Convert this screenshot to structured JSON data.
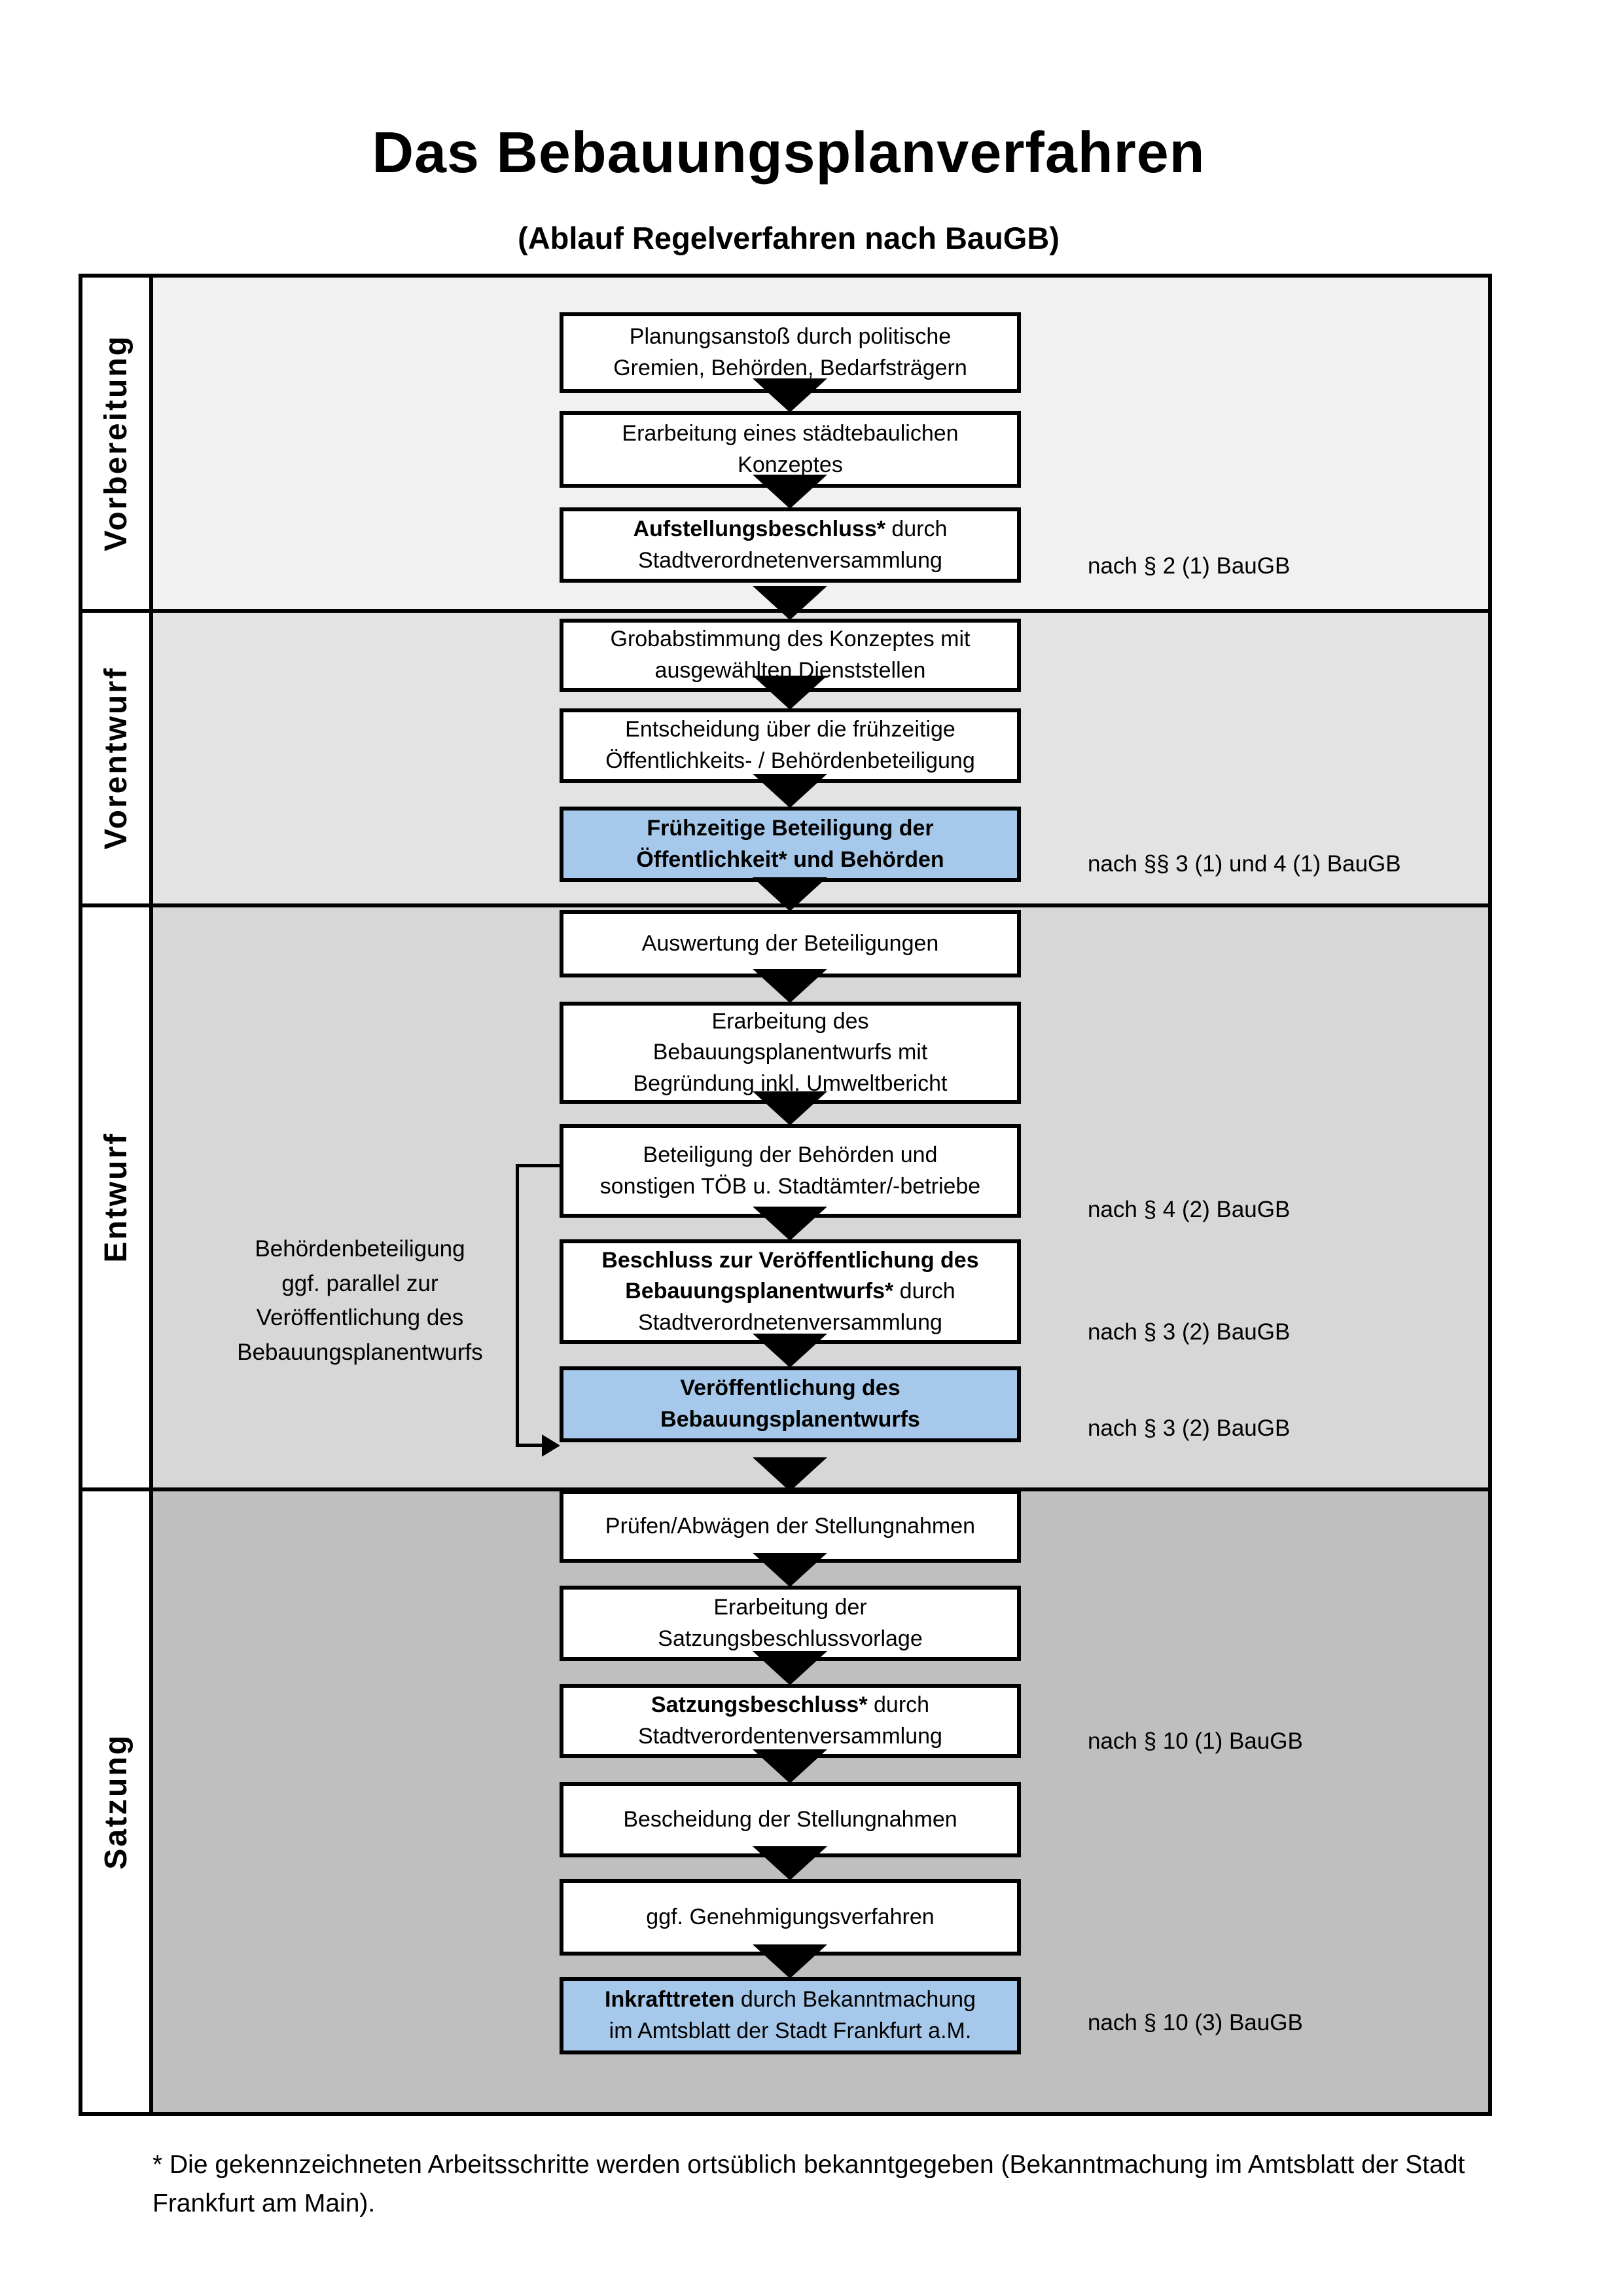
{
  "title": "Das Bebauungsplanverfahren",
  "subtitle": "(Ablauf Regelverfahren nach BauGB)",
  "colors": {
    "highlight_blue": "#a6c8ea",
    "band_vorbereitung": "#f1f1f1",
    "band_vorentwurf": "#e3e3e3",
    "band_entwurf": "#d7d7d7",
    "band_satzung": "#bfbfbf",
    "box_border": "#000000"
  },
  "phases": [
    {
      "label": "Vorbereitung"
    },
    {
      "label": "Vorentwurf"
    },
    {
      "label": "Entwurf"
    },
    {
      "label": "Satzung"
    }
  ],
  "boxes": [
    {
      "highlighted": false,
      "lines": [
        [
          {
            "text": "Planungsanstoß durch politische",
            "bold": false
          }
        ],
        [
          {
            "text": "Gremien, Behörden, Bedarfsträgern",
            "bold": false
          }
        ]
      ]
    },
    {
      "highlighted": false,
      "lines": [
        [
          {
            "text": "Erarbeitung eines städtebaulichen",
            "bold": false
          }
        ],
        [
          {
            "text": "Konzeptes",
            "bold": false
          }
        ]
      ]
    },
    {
      "highlighted": false,
      "lines": [
        [
          {
            "text": "Aufstellungsbeschluss*",
            "bold": true
          },
          {
            "text": " durch",
            "bold": false
          }
        ],
        [
          {
            "text": "Stadtverordnetenversammlung",
            "bold": false
          }
        ]
      ]
    },
    {
      "highlighted": false,
      "lines": [
        [
          {
            "text": "Grobabstimmung des Konzeptes mit",
            "bold": false
          }
        ],
        [
          {
            "text": "ausgewählten Dienststellen",
            "bold": false
          }
        ]
      ]
    },
    {
      "highlighted": false,
      "lines": [
        [
          {
            "text": "Entscheidung über die frühzeitige",
            "bold": false
          }
        ],
        [
          {
            "text": "Öffentlichkeits- / Behördenbeteiligung",
            "bold": false
          }
        ]
      ]
    },
    {
      "highlighted": true,
      "lines": [
        [
          {
            "text": "Frühzeitige Beteiligung der",
            "bold": true
          }
        ],
        [
          {
            "text": "Öffentlichkeit* und Behörden",
            "bold": true
          }
        ]
      ]
    },
    {
      "highlighted": false,
      "lines": [
        [
          {
            "text": "Auswertung der Beteiligungen",
            "bold": false
          }
        ]
      ]
    },
    {
      "highlighted": false,
      "lines": [
        [
          {
            "text": "Erarbeitung des",
            "bold": false
          }
        ],
        [
          {
            "text": "Bebauungsplanentwurfs mit",
            "bold": false
          }
        ],
        [
          {
            "text": "Begründung inkl. Umweltbericht",
            "bold": false
          }
        ]
      ]
    },
    {
      "highlighted": false,
      "lines": [
        [
          {
            "text": "Beteiligung der Behörden und",
            "bold": false
          }
        ],
        [
          {
            "text": "sonstigen TÖB u. Stadtämter/-betriebe",
            "bold": false
          }
        ]
      ]
    },
    {
      "highlighted": false,
      "lines": [
        [
          {
            "text": "Beschluss zur Veröffentlichung des",
            "bold": true
          }
        ],
        [
          {
            "text": "Bebauungsplanentwurfs*",
            "bold": true
          },
          {
            "text": " durch",
            "bold": false
          }
        ],
        [
          {
            "text": "Stadtverordnetenversammlung",
            "bold": false
          }
        ]
      ]
    },
    {
      "highlighted": true,
      "lines": [
        [
          {
            "text": "Veröffentlichung des",
            "bold": true
          }
        ],
        [
          {
            "text": "Bebauungsplanentwurfs",
            "bold": true
          }
        ]
      ]
    },
    {
      "highlighted": false,
      "lines": [
        [
          {
            "text": "Prüfen/Abwägen der Stellungnahmen",
            "bold": false
          }
        ]
      ]
    },
    {
      "highlighted": false,
      "lines": [
        [
          {
            "text": "Erarbeitung der",
            "bold": false
          }
        ],
        [
          {
            "text": "Satzungsbeschlussvorlage",
            "bold": false
          }
        ]
      ]
    },
    {
      "highlighted": false,
      "lines": [
        [
          {
            "text": "Satzungsbeschluss*",
            "bold": true
          },
          {
            "text": " durch",
            "bold": false
          }
        ],
        [
          {
            "text": "Stadtverordentenversammlung",
            "bold": false
          }
        ]
      ]
    },
    {
      "highlighted": false,
      "lines": [
        [
          {
            "text": "Bescheidung der Stellungnahmen",
            "bold": false
          }
        ]
      ]
    },
    {
      "highlighted": false,
      "lines": [
        [
          {
            "text": "ggf. Genehmigungsverfahren",
            "bold": false
          }
        ]
      ]
    },
    {
      "highlighted": true,
      "lines": [
        [
          {
            "text": "Inkrafttreten",
            "bold": true
          },
          {
            "text": " durch Bekanntmachung",
            "bold": false
          }
        ],
        [
          {
            "text": "im Amtsblatt der Stadt Frankfurt a.M.",
            "bold": false
          }
        ]
      ]
    }
  ],
  "annotations": [
    {
      "text": "nach § 2 (1) BauGB"
    },
    {
      "text": "nach §§ 3 (1) und 4 (1) BauGB"
    },
    {
      "text": "nach § 4 (2) BauGB"
    },
    {
      "text": "nach § 3 (2) BauGB"
    },
    {
      "text": "nach § 3 (2) BauGB"
    },
    {
      "text": "nach § 10 (1) BauGB"
    },
    {
      "text": "nach § 10 (3) BauGB"
    }
  ],
  "side_note": {
    "line1": "Behördenbeteiligung",
    "line2": "ggf. parallel zur",
    "line3": "Veröffentlichung des",
    "line4": "Bebauungsplanentwurfs"
  },
  "footnote": {
    "line1": "* Die gekennzeichneten Arbeitsschritte werden ortsüblich bekanntgegeben (Bekanntmachung im Amtsblatt  der Stadt",
    "line2": "Frankfurt am Main)."
  }
}
